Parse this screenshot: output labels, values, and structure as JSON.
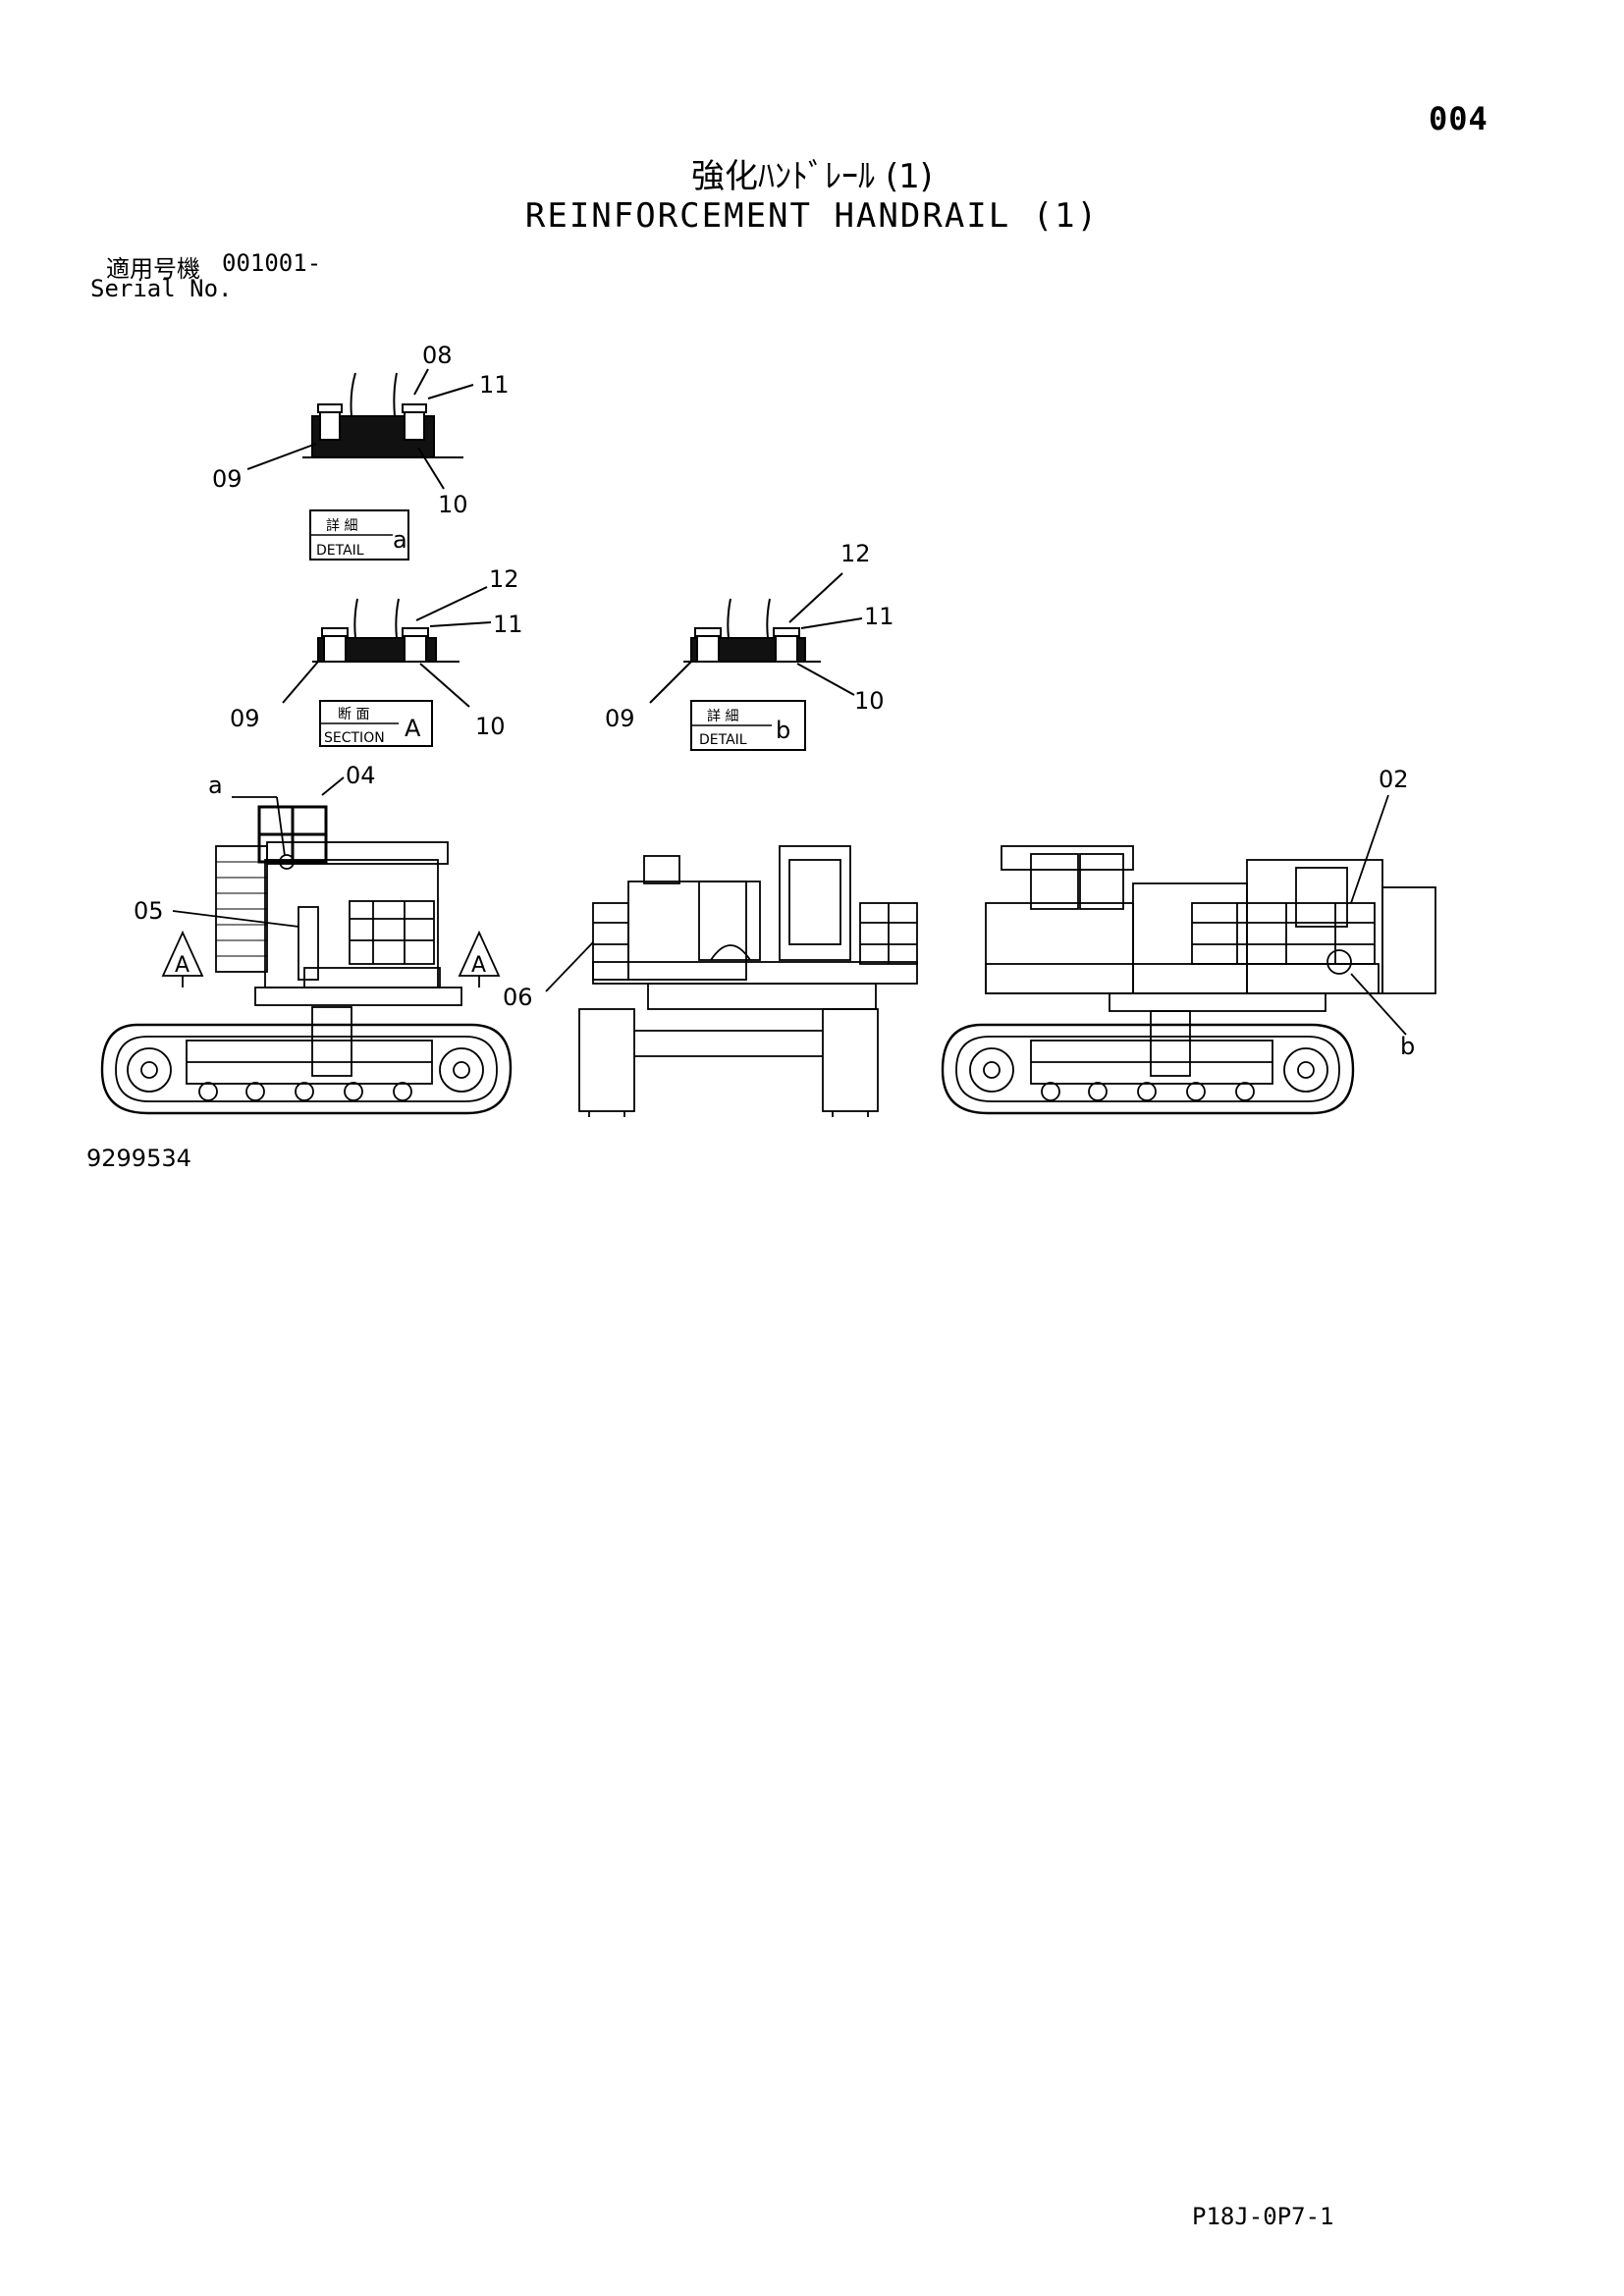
{
  "header": {
    "page_number": "004",
    "title_ja": "強化ﾊﾝﾄﾞﾚｰﾙ (1)",
    "title_en": "REINFORCEMENT HANDRAIL (1)",
    "serial_label_ja": "適用号機",
    "serial_value": "001001-",
    "serial_label_en": "Serial No."
  },
  "callouts": {
    "c08": "08",
    "c11a": "11",
    "c09a": "09",
    "c10a": "10",
    "c12b": "12",
    "c11b": "11",
    "c09b": "09",
    "c10b": "10",
    "c12c": "12",
    "c11c": "11",
    "c09c": "09",
    "c10c": "10",
    "c04": "04",
    "c05": "05",
    "c06": "06",
    "c02": "02",
    "ref_a": "a",
    "ref_b": "b",
    "arrowA1": "A",
    "arrowA2": "A"
  },
  "labels": {
    "detail_a": {
      "ja": "詳 細",
      "en": "DETAIL",
      "letter": "a"
    },
    "section_a": {
      "ja": "断 面",
      "en": "SECTION",
      "letter": "A"
    },
    "detail_b": {
      "ja": "詳 細",
      "en": "DETAIL",
      "letter": "b"
    }
  },
  "footer": {
    "drawing_number": "9299534",
    "sheet_code": "P18J-0P7-1"
  }
}
